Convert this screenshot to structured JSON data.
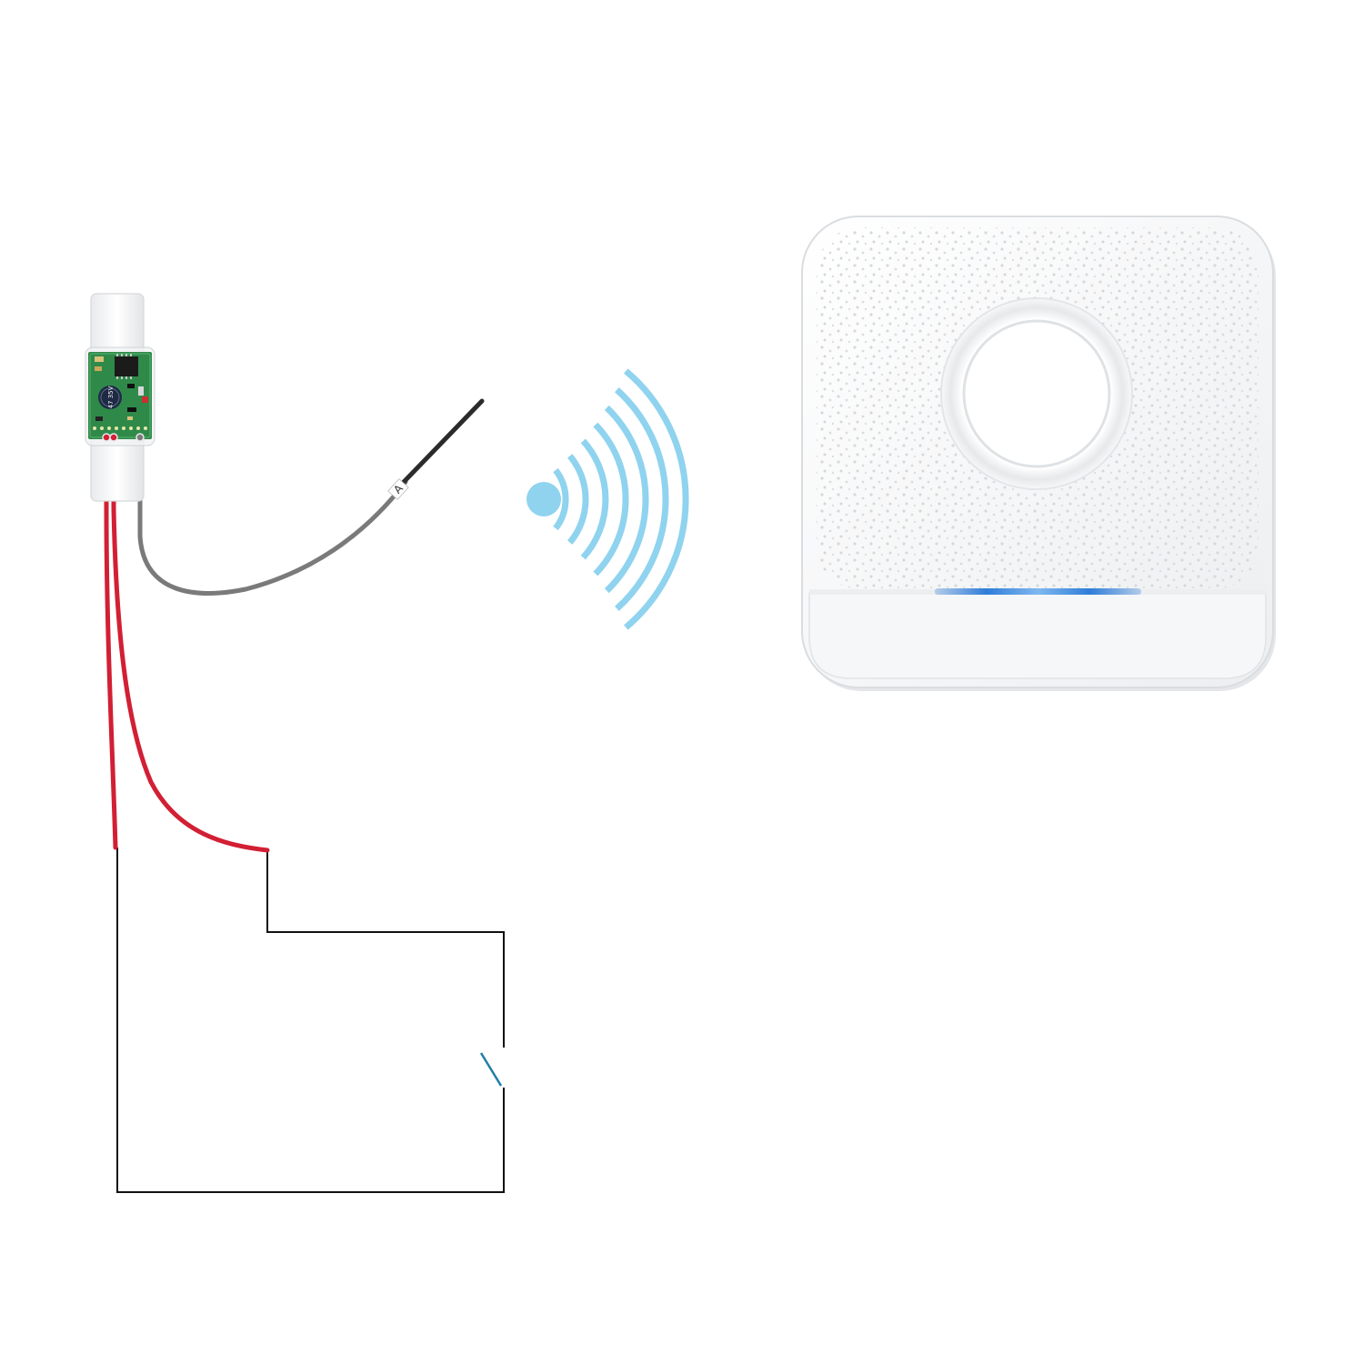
{
  "diagram": {
    "antenna_label": "A",
    "capacitor_marking": "47 35V",
    "colors": {
      "background": "#ffffff",
      "power_wire": "#d21f34",
      "antenna_wire": "#7a7a7a",
      "antenna_tip": "#2b2b2b",
      "circuit_line": "#111111",
      "switch_contact": "#1f7ea8",
      "signal": "#8fd3ef",
      "pcb": "#2f8a4a",
      "receiver_body": "#f4f5f6",
      "indicator_light": "#2f7dd8"
    },
    "icons": {
      "transmitter": "wireless-transmitter-module",
      "signal": "wireless-signal-icon",
      "receiver": "doorbell-receiver",
      "switch": "switch-icon"
    }
  }
}
